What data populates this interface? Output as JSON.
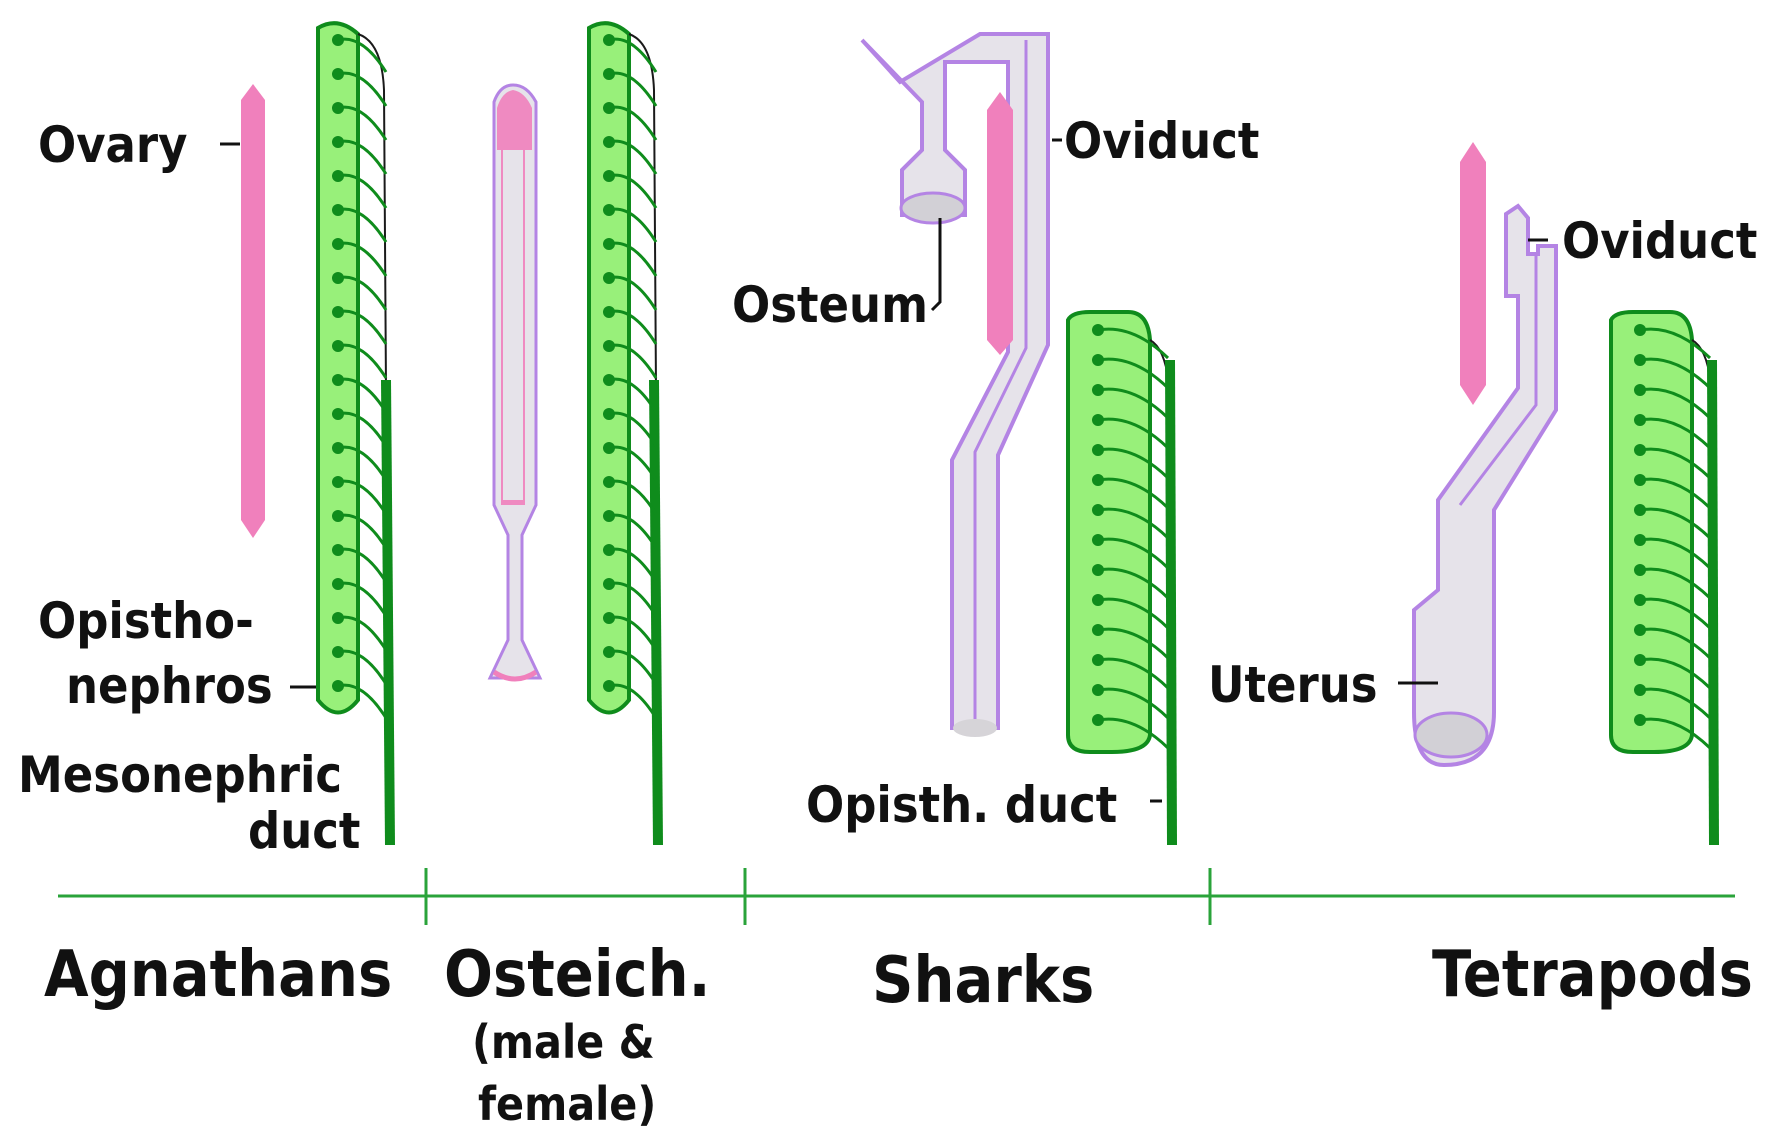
{
  "labels": {
    "ovary": "Ovary",
    "opisthonephros_1": "Opistho-",
    "opisthonephros_2": "nephros",
    "mesonephric_1": "Mesonephric",
    "mesonephric_2": "duct",
    "oviduct_sharks": "Oviduct",
    "osteum": "Osteum",
    "opisth_duct": "Opisth. duct",
    "oviduct_tetrapods": "Oviduct",
    "uterus": "Uterus"
  },
  "groups": {
    "agnathans": "Agnathans",
    "osteich": "Osteich.",
    "osteich_note_1": "(male &",
    "osteich_note_2": "female)",
    "sharks": "Sharks",
    "tetrapods": "Tetrapods"
  },
  "colors": {
    "ovary": "#f080bc",
    "kidney": "#98f07a",
    "duct": "#0f8c1c",
    "oviduct_fill": "#e6e3ea",
    "oviduct_outline": "#b484e4",
    "baseline": "#2aa33a"
  }
}
